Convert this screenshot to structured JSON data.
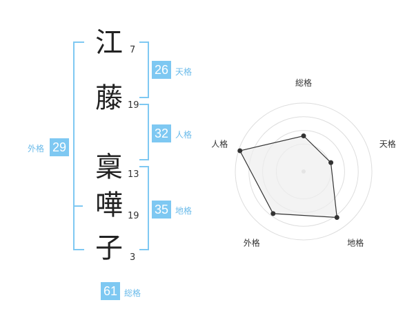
{
  "characters": [
    {
      "char": "江",
      "strokes": "7"
    },
    {
      "char": "藤",
      "strokes": "19"
    },
    {
      "char": "稟",
      "strokes": "13"
    },
    {
      "char": "嘩",
      "strokes": "19"
    },
    {
      "char": "子",
      "strokes": "3"
    }
  ],
  "kaku": {
    "tenkaku": {
      "value": "26",
      "label": "天格"
    },
    "jinkaku": {
      "value": "32",
      "label": "人格"
    },
    "chikaku": {
      "value": "35",
      "label": "地格"
    },
    "gaikaku": {
      "value": "29",
      "label": "外格"
    },
    "soukaku": {
      "value": "61",
      "label": "総格"
    }
  },
  "colors": {
    "accent": "#7ec8f2",
    "radar_line": "#333333",
    "radar_fill": "#eeeeee",
    "ring": "#dddddd"
  },
  "chart_data": {
    "type": "radar",
    "axes": [
      "総格",
      "天格",
      "地格",
      "外格",
      "人格"
    ],
    "values": [
      0.52,
      0.42,
      0.83,
      0.76,
      0.98
    ],
    "max": 1
  }
}
